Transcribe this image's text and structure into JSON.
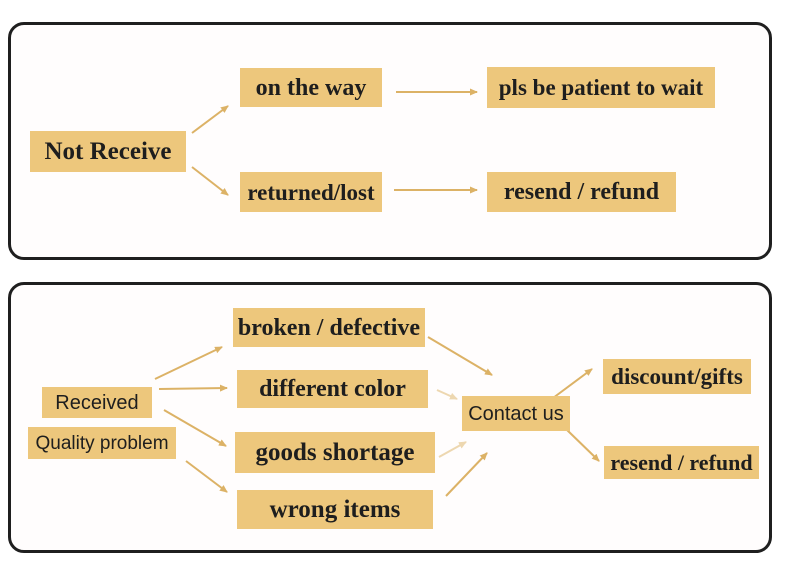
{
  "diagram": {
    "title": "after-sale flowchart",
    "colors": {
      "node_fill": "#edc77c",
      "arrow": "#dcb266",
      "panel_border": "#1f1f1f",
      "text": "#1e1e1e"
    },
    "panel1": {
      "not_receive": "Not Receive",
      "on_the_way": "on the way",
      "pls_be_patient": "pls be patient to wait",
      "returned_lost": "returned/lost",
      "resend_refund": "resend / refund"
    },
    "panel2": {
      "received": "Received",
      "quality_problem": "Quality problem",
      "broken_defective": "broken / defective",
      "different_color": "different color",
      "goods_shortage": "goods shortage",
      "wrong_items": "wrong items",
      "contact_us": "Contact us",
      "discount_gifts": "discount/gifts",
      "resend_refund": "resend / refund"
    }
  }
}
